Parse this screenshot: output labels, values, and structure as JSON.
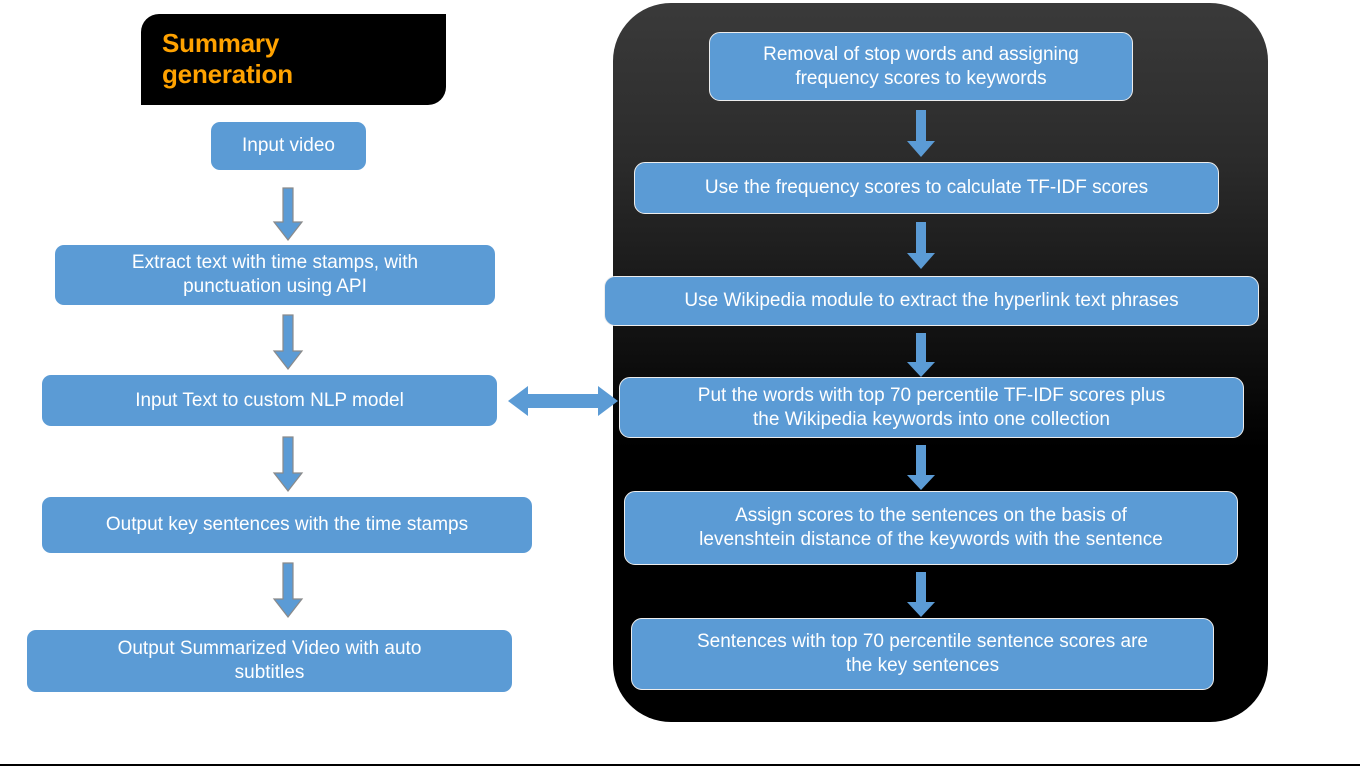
{
  "diagram": {
    "title_badge": {
      "text": "Summary\ngeneration",
      "text_color": "#FFA200",
      "background": "#000000"
    },
    "colors": {
      "box_fill": "#5B9BD5",
      "box_text": "#FFFFFF",
      "box_outline": "#EDEDED",
      "arrow_fill": "#5B9BD5",
      "arrow_outline": "#8A8A8A",
      "panel_dark_top": "#3A3A3A",
      "panel_dark_bottom": "#000000",
      "canvas_background": "#FFFFFF"
    },
    "left_column": {
      "boxes": [
        {
          "id": "input-video",
          "label": "Input video"
        },
        {
          "id": "extract-text",
          "label": "Extract text with time stamps, with\npunctuation using API"
        },
        {
          "id": "input-text-nlp",
          "label": "Input Text to custom NLP model"
        },
        {
          "id": "output-key-sentences",
          "label": "Output key sentences with the time stamps"
        },
        {
          "id": "output-summarized-video",
          "label": "Output Summarized Video with auto\nsubtitles"
        }
      ],
      "connector_icons": [
        "arrow-down-icon",
        "arrow-down-icon",
        "arrow-down-icon",
        "arrow-down-icon"
      ]
    },
    "bridge": {
      "icon": "bidirectional-arrow-icon",
      "from": "input-text-nlp",
      "to": "put-the-words"
    },
    "right_panel": {
      "boxes": [
        {
          "id": "removal-stop-words",
          "label": "Removal of stop words and assigning\nfrequency scores to keywords"
        },
        {
          "id": "calculate-tfidf",
          "label": "Use the frequency scores to calculate TF-IDF scores"
        },
        {
          "id": "wikipedia-module",
          "label": "Use Wikipedia module to extract the hyperlink text phrases"
        },
        {
          "id": "put-the-words",
          "label": "Put the words  with top 70 percentile TF-IDF scores plus\nthe Wikipedia keywords into one collection"
        },
        {
          "id": "assign-scores",
          "label": "Assign scores to the sentences on the basis of\nlevenshtein distance of the keywords with the sentence"
        },
        {
          "id": "key-sentences",
          "label": "Sentences with top 70 percentile sentence scores are\nthe key sentences"
        }
      ],
      "connector_icons": [
        "arrow-down-icon",
        "arrow-down-icon",
        "arrow-down-icon",
        "arrow-down-icon",
        "arrow-down-icon"
      ]
    }
  }
}
